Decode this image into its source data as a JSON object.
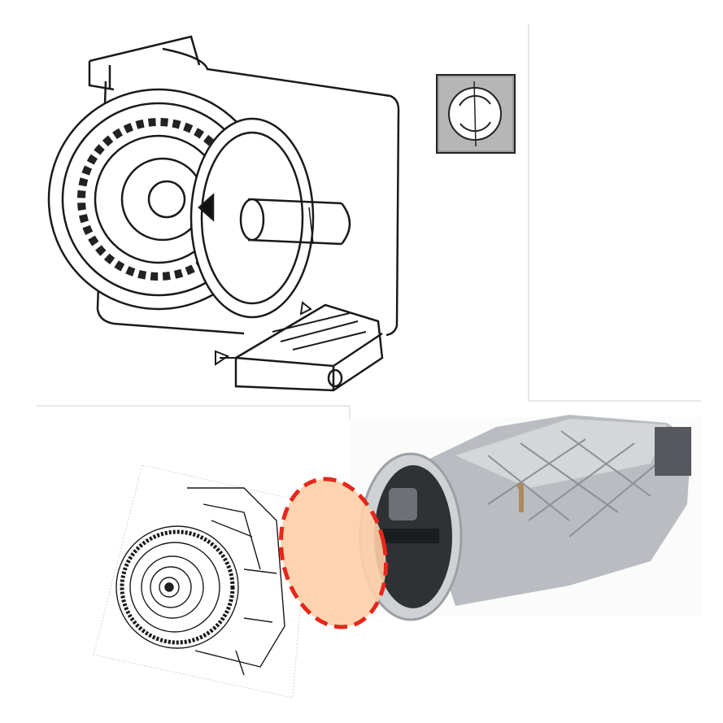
{
  "figure": {
    "panels": [
      "torque-converter-drawing",
      "flow-inset",
      "transmission-drawing",
      "interface-highlight",
      "gearbox-photo"
    ],
    "colors": {
      "line": "#1a1a1a",
      "highlight_fill": "#fdcfa6",
      "highlight_stroke": "#e8261b",
      "photo_metal": "#b9bcc0",
      "photo_dark": "#3a3c40",
      "frame": "#c8c8c8"
    }
  }
}
